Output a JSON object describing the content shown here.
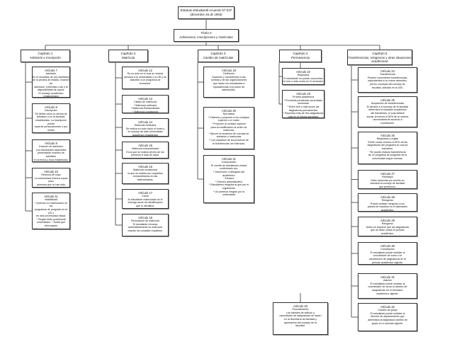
{
  "root": {
    "title": "Estatuto Estudiantil Acuerdo Nº 037",
    "subtitle": "(diciembre 26 de 1993)"
  },
  "title2": {
    "title": "Título II",
    "subtitle": "Admisiones, inscripciones y matrículas"
  },
  "chapters": [
    {
      "title": "Capítulo 1",
      "subtitle": "Admisión e inscripción"
    },
    {
      "title": "Capítulo 2",
      "subtitle": "Matrícula"
    },
    {
      "title": "Capítulo 3",
      "subtitle": "Cambio de matrículas"
    },
    {
      "title": "Capítulo 4",
      "subtitle": "Permanencia"
    },
    {
      "title": "Capítulo 5",
      "subtitle": "Transferencias, reingresos y otras situaciones académicas"
    }
  ],
  "articles": {
    "c1": [
      {
        "title": "Artículo 7",
        "lines": [
          "Admisión",
          "Es el resultado de los resultados",
          "de la prueba de estado, examen de",
          "admisión, entrevista o las y la",
          "disponibilidad de cupos.",
          "El consejo académico reglamentará",
          "el proceso de admisión."
        ]
      },
      {
        "title": "Artículo 8",
        "lines": [
          "Inscripción",
          "Se define como la oficina de",
          "admisión y en la facultad,",
          "establecidas. La inscripción puede",
          "hacerse personalmente o por medio",
          "de correo o a través de Internet."
        ]
      },
      {
        "title": "Artículo 9",
        "lines": [
          "Examen de admisión",
          "Los estudiantes aspirantes",
          "presentarán examen de admisión",
          "en la fecha y hora establecida."
        ]
      },
      {
        "title": "Artículo 10",
        "lines": [
          "Reserva de cupo",
          "La universidad reserva cupos para",
          "alumnos que no han sido admitidos",
          "según el reglamento que fije."
        ]
      },
      {
        "title": "Artículo 11",
        "lines": [
          "Infalibilidad",
          "* Quienes no matricularon en los",
          "programas de pregrado en la UD o",
          "en otra universidad oficial.",
          "* Tengan título profesional",
          "universitario. * Sufrid que",
          "información",
          "* Excluido de un programa por bajo"
        ]
      }
    ],
    "c2": [
      {
        "title": "Artículo 12",
        "lines": [
          "Es un acto en el cual se vincula",
          "persona a la universidad o la UD y se",
          "adscribe a un programa de",
          "formación."
        ]
      },
      {
        "title": "Artículo 13",
        "lines": [
          "Clases de matrícula",
          "* Matrícula ordinaria",
          "* Matrícula Extraordinaria",
          "* Matrícula condicional"
        ]
      },
      {
        "title": "Artículo 14",
        "lines": [
          "Matrícula Ordinaria",
          "Se realiza en todo inicio el lunes y",
          "el consejo de esta Universidad",
          "académico establecido"
        ]
      },
      {
        "title": "Artículo 15",
        "lines": [
          "Matrícula extraordinaria",
          "Es la que se realiza dentro de los",
          "primeros 8 días de clase."
        ]
      },
      {
        "title": "Artículo 16",
        "lines": [
          "Matrícula condicional",
          "la que se realiza con requisitos",
          "extraordinarios en las",
          "determinados."
        ]
      },
      {
        "title": "Artículo 17",
        "lines": [
          "Carné",
          "Al estudiante matriculado se le",
          "entrega carné de identificación",
          "que lo identifica."
        ]
      },
      {
        "title": "Artículo 18",
        "lines": [
          "Renovación de matrícula",
          "El estudiante renueva",
          "automáticamente su matrícula",
          "cuando ha cumplido requisitos."
        ]
      }
    ],
    "c3": [
      {
        "title": "Artículo 19",
        "lines": [
          "Definición",
          "Acciones y movimientos a las",
          "normas y de las organizaciones",
          "que hacen los estudiantes a",
          "equivalencias el proceso de",
          "admisiones."
        ]
      },
      {
        "title": "Artículo 20",
        "lines": [
          "Normativa",
          "* Elaborar y proponer a los consejos",
          "superior o el orden",
          "* Proponer al consejo superior",
          "para la modificación al orden de",
          "matrícula.",
          "* Ejercer la rendición de cuentas de",
          "admisión y matrículas",
          "* Los requisitos de los procesos de",
          "la Subdirección de matrícula."
        ]
      },
      {
        "title": "Artículo 21",
        "lines": [
          "Composición",
          "El comité de admisiones estará",
          "conformado por:",
          "* Vicerrector o delegado del",
          "académico",
          "* Decano",
          "* Director administrativo",
          "* Estudiantes elegidos al que por el",
          "reglamento",
          "* Un profesor elegido por la",
          "universidad"
        ]
      }
    ],
    "c4": [
      {
        "title": "Artículo 22",
        "lines": [
          "Requisitos",
          "El estudiante no puede concurrirse",
          "en tres o más veces en el semestre."
        ]
      },
      {
        "title": "Artículo 23",
        "lines": [
          "Prueba académica",
          "* Promedio ponderado acumulado",
          "semestral",
          "* Entre tres o más veces las",
          "asignaturas permanentes",
          "* Reprobar más de tres asignaturas",
          "más en el mismo semestre"
        ]
      }
    ],
    "c5": [
      {
        "title": "Artículo 24",
        "lines": [
          "Transferencia",
          "Pueden concederse transferencias,",
          "equivalentes a un nuevo admisión,",
          "previo concepto del consejo de",
          "facultad, ubicado en la UDI."
        ]
      },
      {
        "title": "Artículo 25",
        "lines": [
          "Aceptación de transferencias",
          "El decano o el consejo de la facultad",
          "determina la situación académica",
          "del transferido, el cual deberá",
          "cursar al menos el 50% de la carrera",
          "universitaria de acuerdo a",
          "condiciones."
        ]
      },
      {
        "title": "Artículo 26",
        "lines": [
          "Requisitos y reglas",
          "*Debe cursar mínimo el 50% de las",
          "asignaturas del programa al cual se",
          "transfiere.",
          "*Se puede realizar transferencia",
          "de un programa de pregrado de la",
          "universidad según normas."
        ]
      },
      {
        "title": "Artículo 27",
        "lines": [
          "Reintegro",
          "Debe presentar por escrito su",
          "solicitud al consejo de facultad",
          "que pertenece."
        ]
      },
      {
        "title": "Artículo 28",
        "lines": [
          "Reingreso",
          "Puede solicitar reingreso a los",
          "planes de estudios en el calendario",
          "académico."
        ]
      },
      {
        "title": "Artículo 29",
        "lines": [
          "Reingreso",
          "Antes se requiere que las asignaturas",
          "que se debe cursar el periodo",
          "académico."
        ]
      },
      {
        "title": "Artículo 30",
        "lines": [
          "Cancelación",
          "El estudiante puede solicitar al",
          "coordinador de curso o la",
          "cancelación de asignaturas en el",
          "periodo académico vigente."
        ]
      },
      {
        "title": "Artículo 31",
        "lines": [
          "Adición",
          "El estudiante puede solicitar al",
          "coordinador de curso la adición de",
          "asignaturas en el semestre",
          "académico vigente."
        ]
      },
      {
        "title": "Artículo 32",
        "lines": [
          "Cambio de grupo",
          "El estudiante puede solicitar al",
          "director de departamento que",
          "administra la asignatura cambio de",
          "grupo en el periodo vigente."
        ]
      }
    ],
    "c5b": [
      {
        "title": "Artículo 33",
        "lines": [
          "Procedimiento",
          "Los trámites de adición y",
          "cancelación de asignaturas se hacen",
          "en la secretaría de facultad y",
          "aprobación del consejo de la",
          "facultad."
        ]
      }
    ]
  }
}
